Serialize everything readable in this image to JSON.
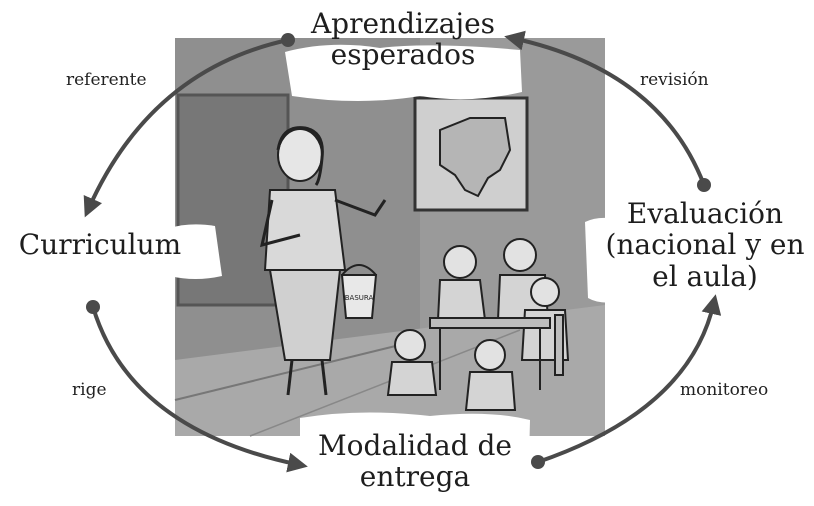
{
  "nodes": {
    "aprendizajes": {
      "line1": "Aprendizajes",
      "line2": "esperados"
    },
    "curriculum": {
      "line1": "Curriculum"
    },
    "evaluacion": {
      "line1": "Evaluación",
      "line2": "(nacional y en",
      "line3": "el aula)"
    },
    "modalidad": {
      "line1": "Modalidad de",
      "line2": "entrega"
    }
  },
  "edges": {
    "referente": "referente",
    "revision": "revisión",
    "rige": "rige",
    "monitoreo": "monitoreo"
  },
  "illustration": {
    "description_icon": "classroom-illustration-icon",
    "bucket_label": "BASURA"
  },
  "colors": {
    "arrow": "#4a4a4a",
    "text": "#1e1e1e",
    "wall": "#8e8e8e",
    "wall_dark": "#6f6f6f"
  }
}
